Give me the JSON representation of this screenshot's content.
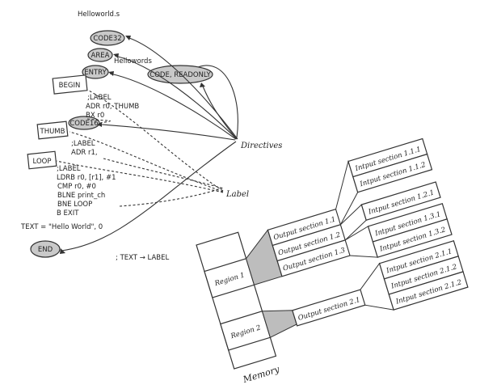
{
  "left_diagram": {
    "file_title": "Helloworld.s",
    "ellipses": {
      "code32": "CODE32",
      "area": "AREA",
      "entry": "ENTRY",
      "code_readonly": "CODE, READONLY",
      "code16": "CODE16",
      "end": "END"
    },
    "area_text": "Hellowords",
    "boxes": {
      "begin": "BEGIN",
      "thumb": "THUMB",
      "loop": "LOOP"
    },
    "begin_lines": [
      ";LABEL",
      "ADR r0, THUMB",
      "BX r0"
    ],
    "thumb_lines": [
      ";LABEL",
      "ADR r1,"
    ],
    "loop_lines": [
      ";LABEL",
      "LDRB r0, [r1],  #1",
      "CMP r0, #0",
      "BLNE print_ch",
      "BNE LOOP",
      "B EXIT"
    ],
    "text_line": "TEXT = \"Hello World\", 0",
    "text_label": "; TEXT → LABEL",
    "directives_label": "Directives",
    "label_label": "Label"
  },
  "right_diagram": {
    "memory_label": "Memory",
    "regions": [
      "Region 1",
      "Region 2"
    ],
    "output_sections": [
      "Output section 1.1",
      "Output section 1.2",
      "Output section 1.3",
      "Output section 2.1"
    ],
    "input_group_1_1": [
      "Intput section 1.1.1",
      "Intput section 1.1.2"
    ],
    "input_group_1_2": [
      "Intput section 1.2.1"
    ],
    "input_group_1_3": [
      "Intput section 1.3.1",
      "Intput section 1.3.2"
    ],
    "input_group_2_1": [
      "Intput section 2.1.1",
      "Intput section 2.1.2",
      "Intput section 2.1.2"
    ]
  }
}
